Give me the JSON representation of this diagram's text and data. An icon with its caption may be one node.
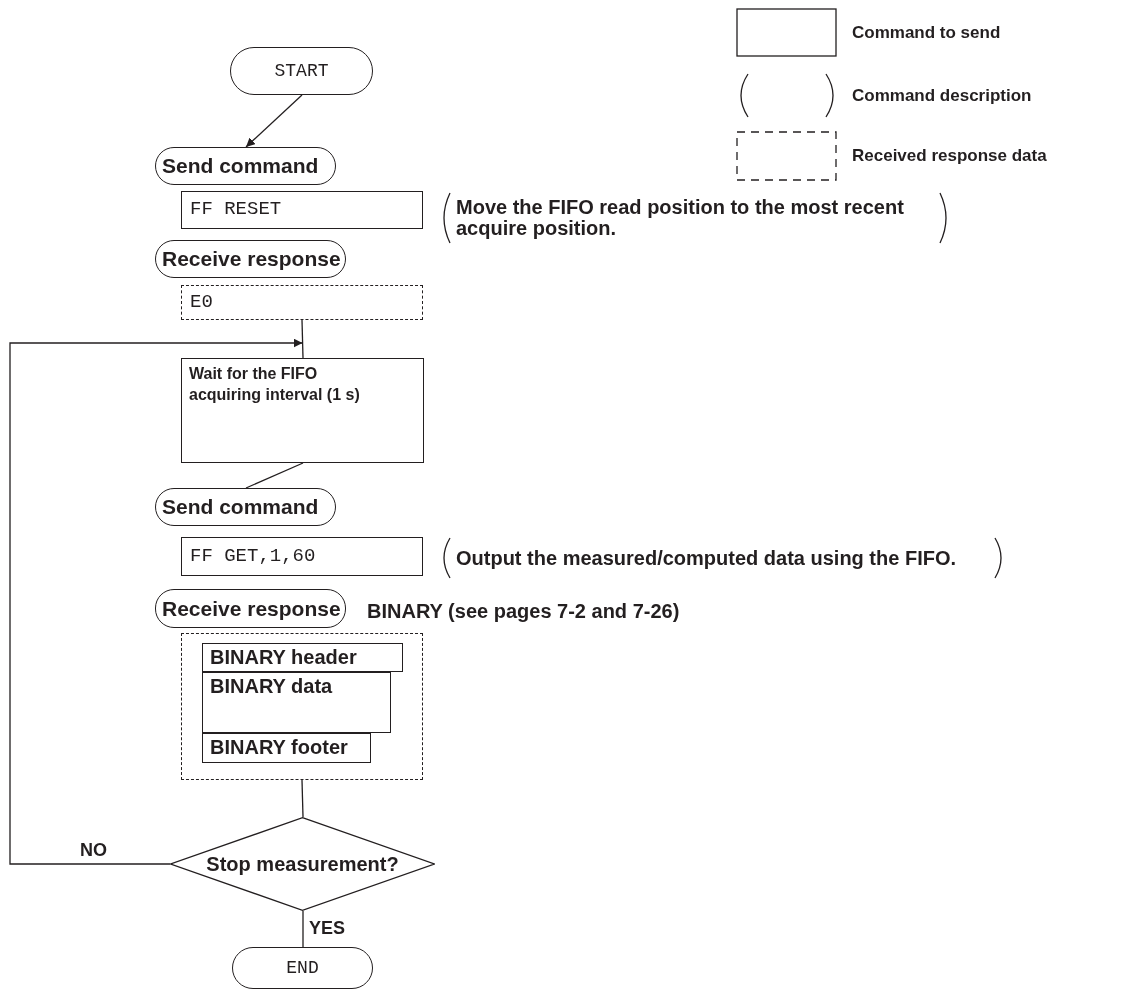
{
  "diagram": {
    "nodes": [
      {
        "text": [
          "START"
        ]
      },
      {
        "text": [
          "Send command"
        ]
      },
      {
        "text": [
          "FF RESET"
        ]
      },
      {
        "text": [
          "Move the FIFO read position to the most recent acquire position."
        ]
      },
      {
        "text": [
          "Receive response"
        ]
      },
      {
        "text": [
          "E0"
        ]
      },
      {
        "text": [
          "Wait for the FIFO acquiring interval (1 s)"
        ]
      },
      {
        "text": [
          "Send command"
        ]
      },
      {
        "text": [
          "FF GET,1,60"
        ]
      },
      {
        "text": [
          "Output the measured/computed data using the FIFO."
        ]
      },
      {
        "text": [
          "Receive response"
        ]
      },
      {
        "text": [
          "BINARY (see pages 7-2 and 7-26)"
        ]
      },
      {
        "text": [
          "BINARY header"
        ],
        "in": 11
      },
      {
        "text": [
          "BINARY data"
        ],
        "in": 11
      },
      {
        "text": [
          "BINARY footer"
        ],
        "in": 11
      },
      {
        "text": [
          "Stop measurement?"
        ]
      },
      {
        "text": [
          "END"
        ]
      }
    ],
    "edges": [
      {
        "from": 0,
        "to": 1,
        "arrow": "to"
      },
      {
        "from": 5,
        "to": 6,
        "arrow": "none"
      },
      {
        "from": 6,
        "to": 7,
        "arrow": "none"
      },
      {
        "from": 11,
        "to": 15,
        "arrow": "none"
      },
      {
        "from": 15,
        "to": 6,
        "arrow": "to",
        "label": "NO"
      },
      {
        "from": 15,
        "to": 16,
        "arrow": "none",
        "label": "YES"
      }
    ],
    "legend": [
      {
        "text": "Command to send"
      },
      {
        "text": "Command description"
      },
      {
        "text": "Received response data"
      }
    ]
  }
}
